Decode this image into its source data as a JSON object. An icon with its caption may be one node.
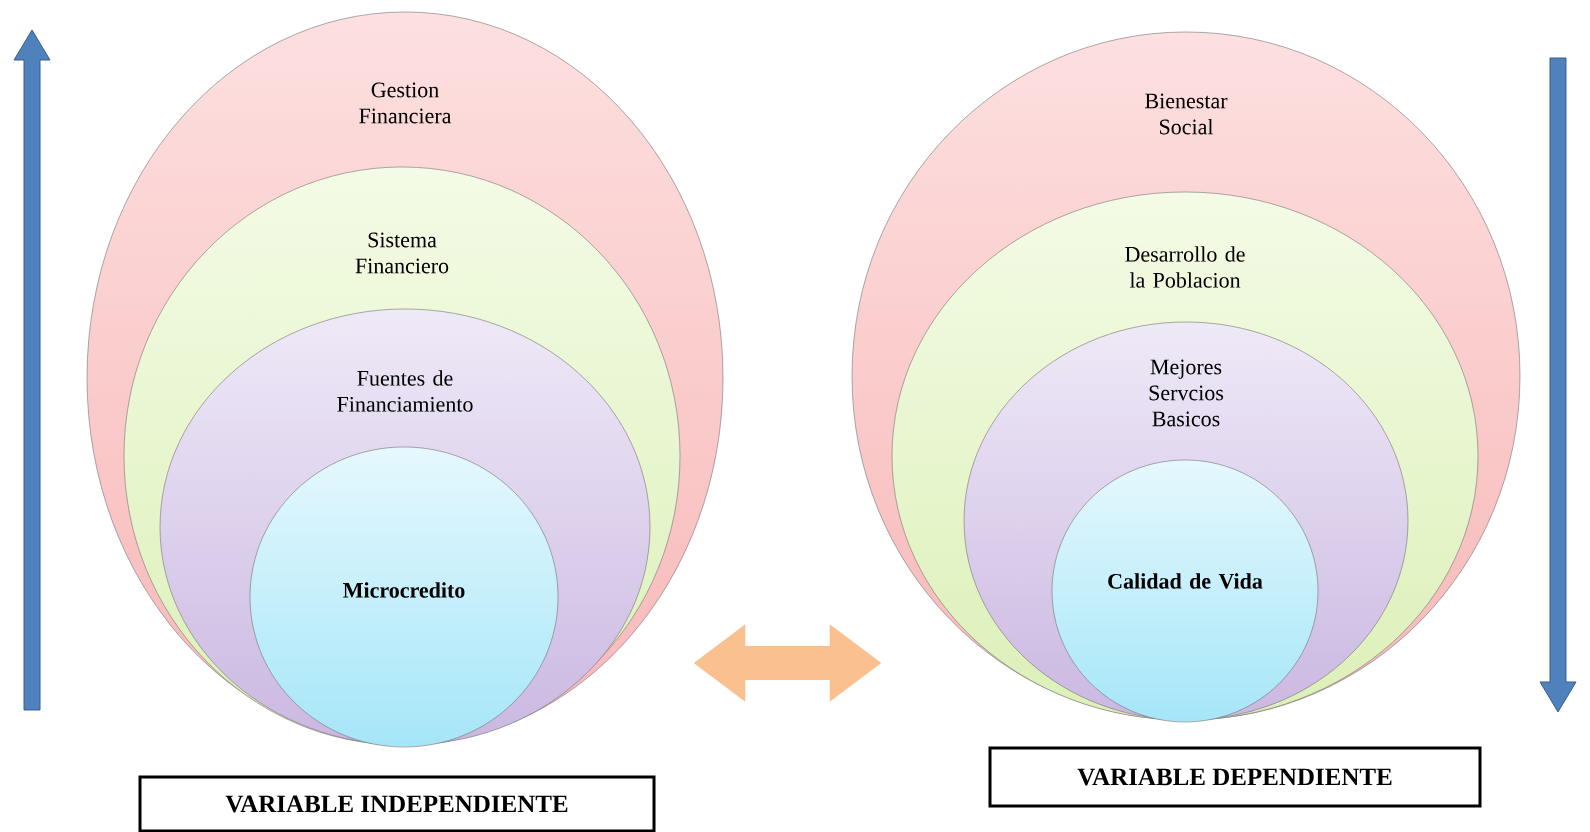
{
  "diagram": {
    "nodes": [
      {
        "text": [
          "Gestion Financiera"
        ]
      },
      {
        "text": [
          "Sistema Financiero"
        ],
        "in": 0
      },
      {
        "text": [
          "Fuentes de Financiamiento"
        ],
        "in": 1
      },
      {
        "text": [
          "**Microcredito**"
        ],
        "in": 2
      },
      {
        "text": [
          "Bienestar Social"
        ]
      },
      {
        "text": [
          "Desarrollo de la Poblacion"
        ],
        "in": 4
      },
      {
        "text": [
          "Mejores Servcios Basicos"
        ],
        "in": 5
      },
      {
        "text": [
          "**Calidad de Vida**"
        ],
        "in": 6
      },
      {
        "text": [
          "VARIABLE INDEPENDIENTE"
        ]
      },
      {
        "text": [
          "VARIABLE DEPENDIENTE"
        ]
      }
    ],
    "edges": [
      {
        "from": 0,
        "to": 4,
        "arrow": "both"
      }
    ]
  }
}
